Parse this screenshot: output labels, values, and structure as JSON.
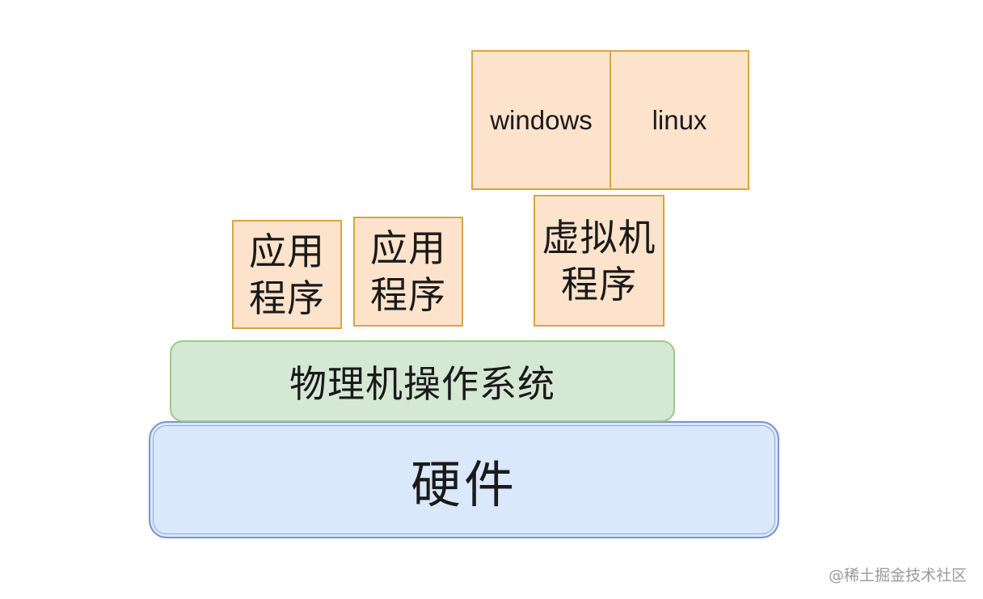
{
  "diagram": {
    "hardware": {
      "label": "硬件",
      "fill": "#dae8fc",
      "stroke": "#7c93c9"
    },
    "os": {
      "label": "物理机操作系统",
      "fill": "#d5e8d4",
      "stroke": "#9ccb87"
    },
    "apps": [
      {
        "label": "应用\n程序"
      },
      {
        "label": "应用\n程序"
      }
    ],
    "vm": {
      "label": "虚拟机\n程序"
    },
    "guests": [
      {
        "label": "windows"
      },
      {
        "label": "linux"
      }
    ],
    "guest_style": {
      "fill": "#fde3cc",
      "stroke": "#d9a441"
    }
  },
  "watermark": "@稀土掘金技术社区"
}
